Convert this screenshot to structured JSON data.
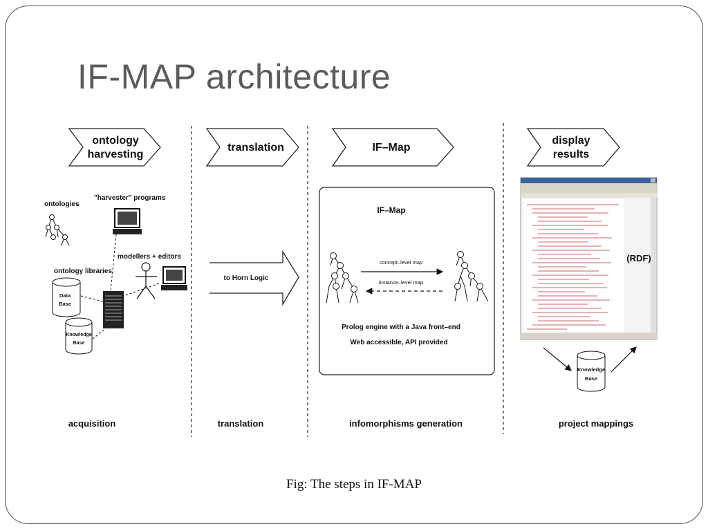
{
  "slide": {
    "title": "IF-MAP architecture",
    "caption": "Fig: The steps in IF-MAP"
  },
  "diagram": {
    "stages": [
      {
        "line1": "ontology",
        "line2": "harvesting"
      },
      {
        "line1": "translation",
        "line2": ""
      },
      {
        "line1": "IF–Map",
        "line2": ""
      },
      {
        "line1": "display",
        "line2": "results"
      }
    ],
    "footers": [
      "acquisition",
      "translation",
      "infomorphisms generation",
      "project mappings"
    ],
    "acquisition": {
      "ontologies": "ontologies",
      "harvester": "\"harvester\" programs",
      "modellers": "modellers + editors",
      "libraries": "ontology libraries",
      "db_data_1": "Data",
      "db_data_2": "Base",
      "db_kb_1": "Knowledge",
      "db_kb_2": "Base"
    },
    "translation": {
      "arrow_label": "to Horn Logic"
    },
    "ifmap": {
      "box_title": "IF–Map",
      "concept_map": "concept–level map",
      "instance_map": "instance–level map",
      "engine": "Prolog engine with a Java front–end",
      "web": "Web accessible, API provided"
    },
    "display": {
      "rdf": "(RDF)",
      "kb_1": "Knowledge",
      "kb_2": "Base"
    }
  }
}
